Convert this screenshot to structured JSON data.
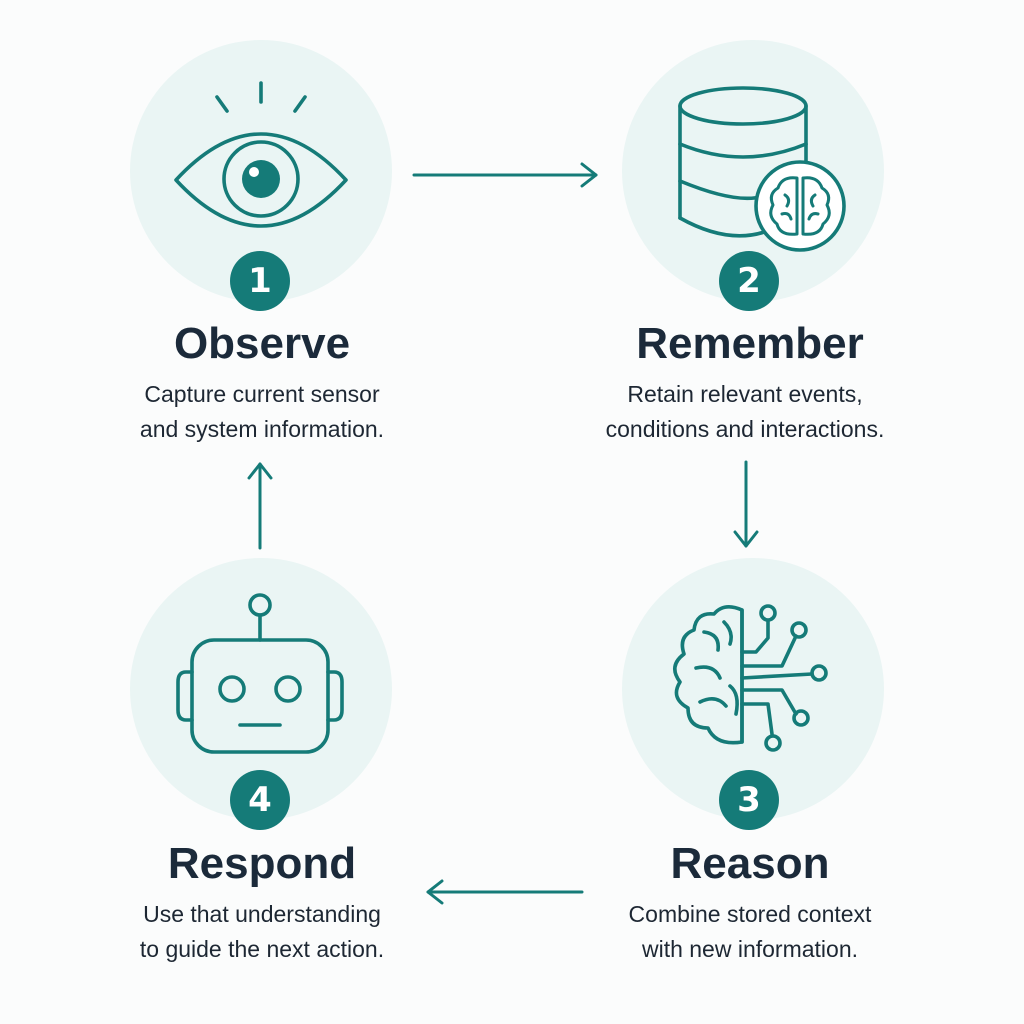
{
  "colors": {
    "accent": "#157b78",
    "circle_fill": "#eaf5f4",
    "title_text": "#1b2a3a",
    "body_text": "#1d2733"
  },
  "steps": [
    {
      "number": "1",
      "title": "Observe",
      "lines": [
        "Capture current sensor",
        "and system information."
      ],
      "icon": "eye-icon"
    },
    {
      "number": "2",
      "title": "Remember",
      "lines": [
        "Retain relevant events,",
        "conditions and interactions."
      ],
      "icon": "database-brain-icon"
    },
    {
      "number": "3",
      "title": "Reason",
      "lines": [
        "Combine stored context",
        "with new information."
      ],
      "icon": "brain-circuit-icon"
    },
    {
      "number": "4",
      "title": "Respond",
      "lines": [
        "Use that understanding",
        "to guide the next action."
      ],
      "icon": "robot-icon"
    }
  ],
  "flow": [
    "step-1-to-step-2",
    "step-2-to-step-3",
    "step-3-to-step-4",
    "step-4-to-step-1"
  ]
}
